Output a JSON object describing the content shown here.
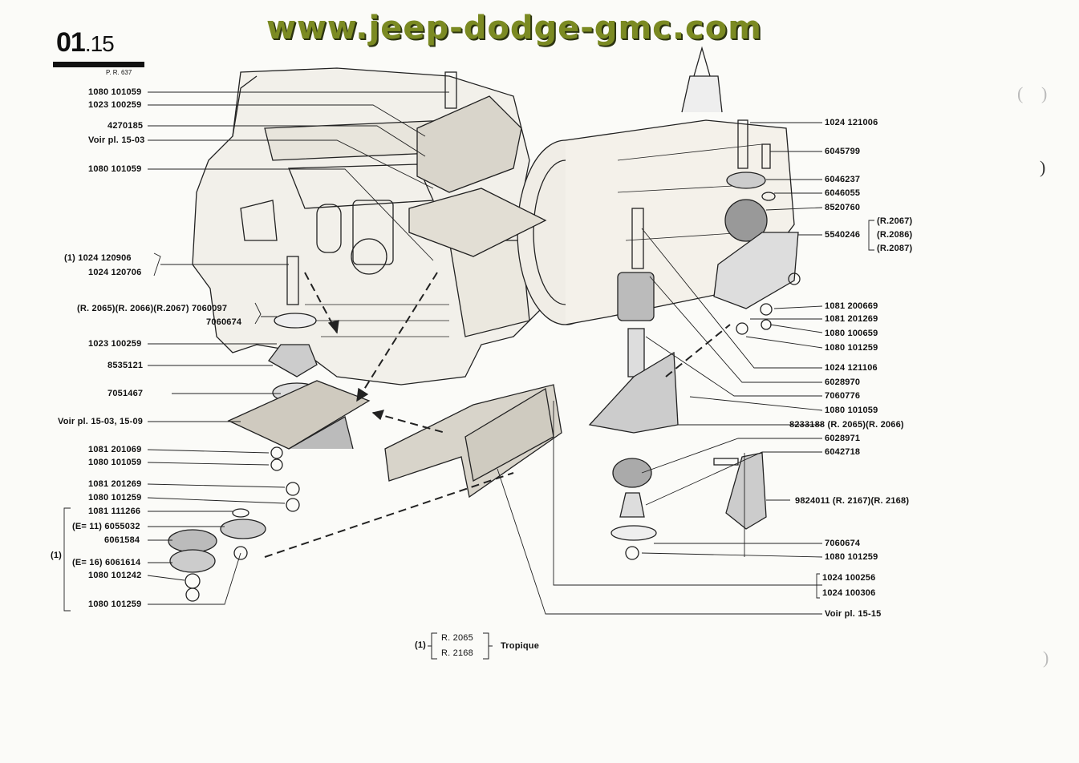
{
  "header": {
    "plate_number": "01",
    "plate_sub": ".15",
    "plate_ref": "P. R. 637",
    "website": "www.jeep-dodge-gmc.com"
  },
  "labels_left": [
    {
      "id": "l1",
      "text": "1080 101059"
    },
    {
      "id": "l2",
      "text": "1023 100259"
    },
    {
      "id": "l3",
      "text": "4270185"
    },
    {
      "id": "l4",
      "text": "Voir pl. 15-03"
    },
    {
      "id": "l5",
      "text": "1080 101059"
    },
    {
      "id": "l6",
      "text": "(1)   1024 120906"
    },
    {
      "id": "l7",
      "text": "1024 120706"
    },
    {
      "id": "l8",
      "text": "(R. 2065)(R. 2066)(R.2067) 7060097"
    },
    {
      "id": "l9",
      "text": "7060674"
    },
    {
      "id": "l10",
      "text": "1023 100259"
    },
    {
      "id": "l11",
      "text": "8535121"
    },
    {
      "id": "l12",
      "text": "7051467"
    },
    {
      "id": "l13",
      "text": "Voir pl. 15-03, 15-09"
    },
    {
      "id": "l14",
      "text": "1081 201069"
    },
    {
      "id": "l15",
      "text": "1080 101059"
    },
    {
      "id": "l16",
      "text": "1081 201269"
    },
    {
      "id": "l17",
      "text": "1080 101259"
    },
    {
      "id": "l18",
      "text": "1081 111266"
    },
    {
      "id": "l19",
      "text": "(E= 11) 6055032"
    },
    {
      "id": "l20",
      "text": "6061584"
    },
    {
      "id": "l21",
      "text": "(1)"
    },
    {
      "id": "l22",
      "text": "(E= 16) 6061614"
    },
    {
      "id": "l23",
      "text": "1080 101242"
    },
    {
      "id": "l24",
      "text": "1080 101259"
    }
  ],
  "labels_right": [
    {
      "id": "r1",
      "text": "1024 121006"
    },
    {
      "id": "r2",
      "text": "6045799"
    },
    {
      "id": "r3",
      "text": "6046237"
    },
    {
      "id": "r4",
      "text": "6046055"
    },
    {
      "id": "r5",
      "text": "8520760"
    },
    {
      "id": "r6",
      "text": "(R.2067)"
    },
    {
      "id": "r7",
      "text": "5540246"
    },
    {
      "id": "r8",
      "text": "(R.2086)"
    },
    {
      "id": "r9",
      "text": "(R.2087)"
    },
    {
      "id": "r10",
      "text": "1081 200669"
    },
    {
      "id": "r11",
      "text": "1081 201269"
    },
    {
      "id": "r12",
      "text": "1080 100659"
    },
    {
      "id": "r13",
      "text": "1080 101259"
    },
    {
      "id": "r14",
      "text": "1024 121106"
    },
    {
      "id": "r15",
      "text": "6028970"
    },
    {
      "id": "r16",
      "text": "7060776"
    },
    {
      "id": "r17",
      "text": "1080 101059"
    },
    {
      "id": "r18",
      "text": "8233188 (R. 2065)(R. 2066)"
    },
    {
      "id": "r19",
      "text": "6028971"
    },
    {
      "id": "r20",
      "text": "6042718"
    },
    {
      "id": "r21",
      "text": "9824011 (R. 2167)(R. 2168)"
    },
    {
      "id": "r22",
      "text": "7060674"
    },
    {
      "id": "r23",
      "text": "1080 101259"
    },
    {
      "id": "r24",
      "text": "1024 100256"
    },
    {
      "id": "r25",
      "text": "1024 100306"
    },
    {
      "id": "r26",
      "text": "Voir pl. 15-15"
    }
  ],
  "footnote": {
    "marker": "(1)",
    "ref_a": "R. 2065",
    "ref_b": "R. 2168",
    "note": "Tropique"
  }
}
